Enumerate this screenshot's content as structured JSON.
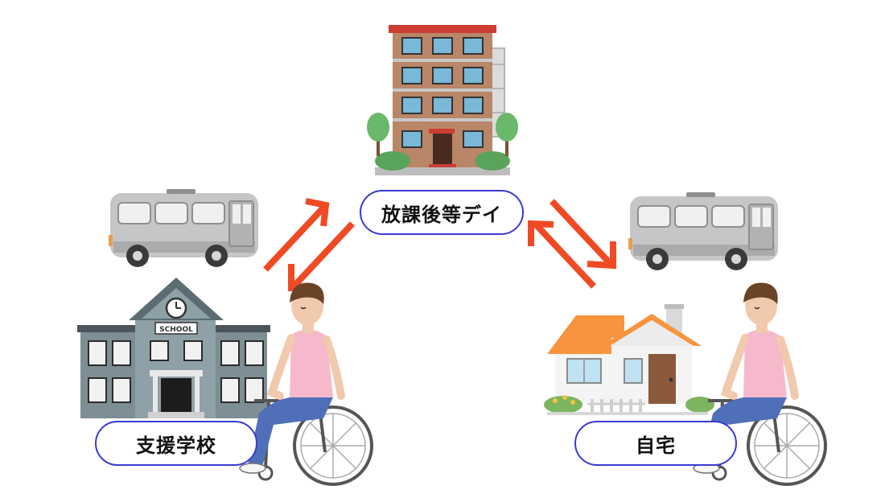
{
  "labels": {
    "day_service": "放課後等デイ",
    "school": "支援学校",
    "home": "自宅"
  },
  "school_sign": "SCHOOL",
  "colors": {
    "arrow": "#f04a25",
    "pill_border": "#3a3ad6",
    "bus_body": "#c4c6c8",
    "school_wall": "#7d8e95",
    "apartment_wall": "#b98668",
    "house_roof": "#f7943d",
    "shirt": "#f6b9cc",
    "pants": "#4f6fb8"
  },
  "icons": [
    "apartment-building",
    "bus",
    "school-building",
    "house",
    "wheelchair-user",
    "double-arrow"
  ]
}
